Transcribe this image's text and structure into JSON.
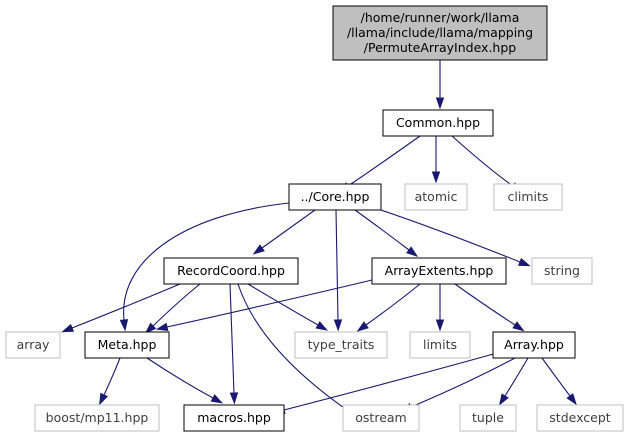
{
  "diagram": {
    "nodes": [
      {
        "id": "root",
        "lines": [
          "/home/runner/work/llama",
          "/llama/include/llama/mapping",
          "/PermuteArrayIndex.hpp"
        ],
        "kind": "root"
      },
      {
        "id": "common",
        "lines": [
          "Common.hpp"
        ],
        "kind": "internal"
      },
      {
        "id": "atomic",
        "lines": [
          "atomic"
        ],
        "kind": "external"
      },
      {
        "id": "climits",
        "lines": [
          "climits"
        ],
        "kind": "external"
      },
      {
        "id": "core",
        "lines": [
          "../Core.hpp"
        ],
        "kind": "internal"
      },
      {
        "id": "string",
        "lines": [
          "string"
        ],
        "kind": "external"
      },
      {
        "id": "recordcoord",
        "lines": [
          "RecordCoord.hpp"
        ],
        "kind": "internal"
      },
      {
        "id": "arrayextents",
        "lines": [
          "ArrayExtents.hpp"
        ],
        "kind": "internal"
      },
      {
        "id": "array_std",
        "lines": [
          "array"
        ],
        "kind": "external"
      },
      {
        "id": "meta",
        "lines": [
          "Meta.hpp"
        ],
        "kind": "internal"
      },
      {
        "id": "type_traits",
        "lines": [
          "type_traits"
        ],
        "kind": "external"
      },
      {
        "id": "limits",
        "lines": [
          "limits"
        ],
        "kind": "external"
      },
      {
        "id": "arrayhpp",
        "lines": [
          "Array.hpp"
        ],
        "kind": "internal"
      },
      {
        "id": "boost",
        "lines": [
          "boost/mp11.hpp"
        ],
        "kind": "external"
      },
      {
        "id": "macros",
        "lines": [
          "macros.hpp"
        ],
        "kind": "internal"
      },
      {
        "id": "ostream",
        "lines": [
          "ostream"
        ],
        "kind": "external"
      },
      {
        "id": "tuple",
        "lines": [
          "tuple"
        ],
        "kind": "external"
      },
      {
        "id": "stdexcept",
        "lines": [
          "stdexcept"
        ],
        "kind": "external"
      }
    ],
    "edges": [
      [
        "root",
        "common"
      ],
      [
        "common",
        "core"
      ],
      [
        "common",
        "atomic"
      ],
      [
        "common",
        "climits"
      ],
      [
        "core",
        "recordcoord"
      ],
      [
        "core",
        "arrayextents"
      ],
      [
        "core",
        "string"
      ],
      [
        "core",
        "meta"
      ],
      [
        "core",
        "type_traits"
      ],
      [
        "recordcoord",
        "array_std"
      ],
      [
        "recordcoord",
        "meta"
      ],
      [
        "recordcoord",
        "type_traits"
      ],
      [
        "recordcoord",
        "macros"
      ],
      [
        "recordcoord",
        "ostream"
      ],
      [
        "arrayextents",
        "meta"
      ],
      [
        "arrayextents",
        "type_traits"
      ],
      [
        "arrayextents",
        "limits"
      ],
      [
        "arrayextents",
        "arrayhpp"
      ],
      [
        "meta",
        "boost"
      ],
      [
        "meta",
        "macros"
      ],
      [
        "arrayhpp",
        "macros"
      ],
      [
        "arrayhpp",
        "ostream"
      ],
      [
        "arrayhpp",
        "tuple"
      ],
      [
        "arrayhpp",
        "stdexcept"
      ]
    ],
    "colors": {
      "edge": "#191970",
      "root_fill": "#bfbfbf",
      "root_border": "#000000",
      "internal_fill": "#ffffff",
      "internal_border": "#000000",
      "external_fill": "#ffffff",
      "external_border": "#bfbfbf",
      "external_text": "#404040",
      "text": "#000000"
    }
  }
}
